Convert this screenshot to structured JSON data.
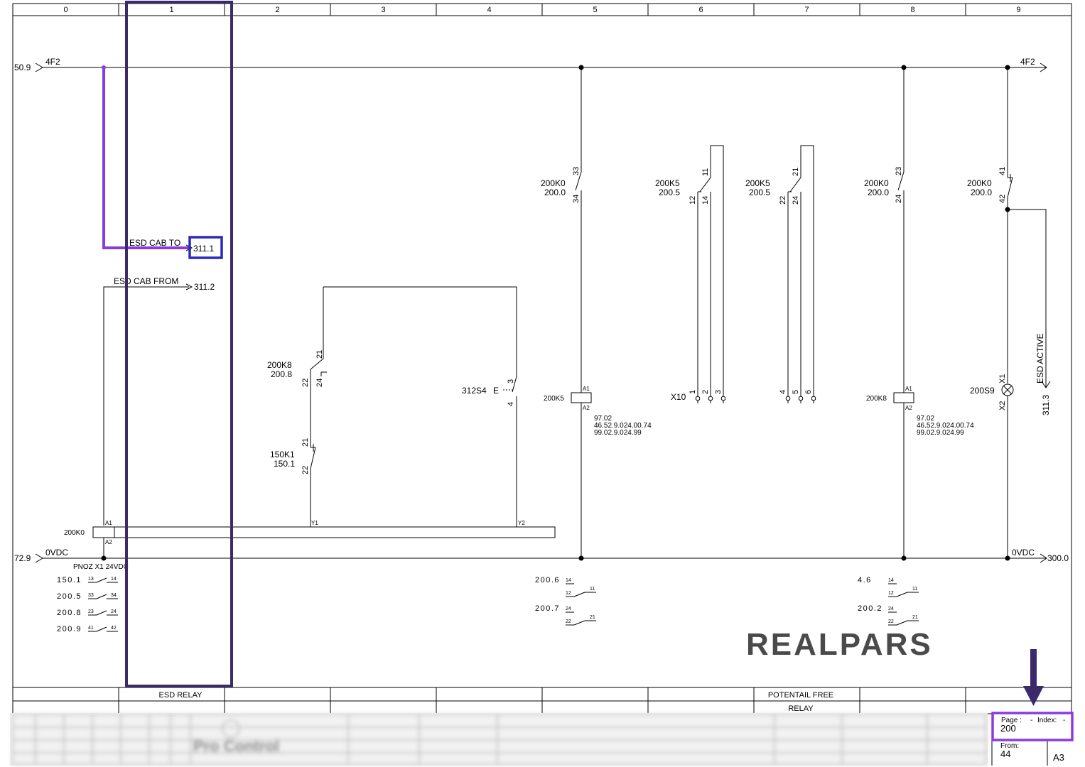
{
  "columns": [
    "0",
    "1",
    "2",
    "3",
    "4",
    "5",
    "6",
    "7",
    "8",
    "9"
  ],
  "rails": {
    "top": {
      "left_ref": "50.9",
      "label_left": "4F2",
      "label_right": "4F2"
    },
    "bottom": {
      "left_ref": "72.9",
      "label_left": "0VDC",
      "label_right": "0VDC",
      "right_ref": "300.0"
    }
  },
  "esd": {
    "cab_to": "ESD CAB TO",
    "cab_to_ref": "311.1",
    "cab_from": "ESD CAB FROM",
    "cab_from_ref": "311.2",
    "active": "ESD ACTIVE",
    "active_ref": "311.3"
  },
  "pnoz": {
    "name": "200K0",
    "a1": "A1",
    "a2": "A2",
    "y1": "Y1",
    "y2": "Y2",
    "supply": "PNOZ X1 24VDC",
    "xrefs": [
      {
        "ref": "150.1",
        "t1": "13",
        "t2": "14"
      },
      {
        "ref": "200.5",
        "t1": "33",
        "t2": "34"
      },
      {
        "ref": "200.8",
        "t1": "23",
        "t2": "24"
      },
      {
        "ref": "200.9",
        "t1": "41",
        "t2": "42"
      }
    ]
  },
  "contacts": {
    "k8_contact": {
      "tag": "200K8",
      "ref": "200.8",
      "t1": "21",
      "t2": "22",
      "t3": "24"
    },
    "k1_contact": {
      "tag": "150K1",
      "ref": "150.1",
      "t1": "21",
      "t2": "22"
    },
    "s4": {
      "tag": "312S4",
      "t1": "3",
      "t2": "4"
    },
    "k0_col5": {
      "tag": "200K0",
      "ref": "200.0",
      "t1": "33",
      "t2": "34"
    },
    "k5_col6": {
      "tag": "200K5",
      "ref": "200.5",
      "t1": "11",
      "t2": "12",
      "t3": "14"
    },
    "k5_col7": {
      "tag": "200K5",
      "ref": "200.5",
      "t1": "21",
      "t2": "22",
      "t3": "24"
    },
    "k0_col8": {
      "tag": "200K0",
      "ref": "200.0",
      "t1": "23",
      "t2": "24"
    },
    "k0_col9": {
      "tag": "200K0",
      "ref": "200.0",
      "t1": "41",
      "t2": "42"
    }
  },
  "coils": {
    "k5": {
      "tag": "200K5",
      "a1": "A1",
      "a2": "A2",
      "parts": [
        "97.02",
        "46.52.9.024.00.74",
        "99.02.9.024.99"
      ]
    },
    "k8": {
      "tag": "200K8",
      "a1": "A1",
      "a2": "A2",
      "parts": [
        "97.02",
        "46.52.9.024.00.74",
        "99.02.9.024.99"
      ]
    }
  },
  "terminals": {
    "x10": {
      "tag": "X10",
      "pins": [
        "1",
        "2",
        "3"
      ]
    },
    "x10b": {
      "pins": [
        "4",
        "5",
        "6"
      ]
    }
  },
  "lamp": {
    "tag": "200S9",
    "x1": "X1",
    "x2": "X2"
  },
  "k5_xrefs": [
    {
      "ref": "200.6",
      "t1": "14",
      "t2": "12",
      "t3": "11"
    },
    {
      "ref": "200.7",
      "t1": "24",
      "t2": "22",
      "t3": "21"
    }
  ],
  "k8_xrefs": [
    {
      "ref": "4.6",
      "t1": "14",
      "t2": "12",
      "t3": "11"
    },
    {
      "ref": "200.2",
      "t1": "24",
      "t2": "22",
      "t3": "21"
    }
  ],
  "bottom_cols": {
    "c1": "ESD RELAY",
    "c7a": "POTENTAIL FREE",
    "c7b": "RELAY"
  },
  "title_block": {
    "company": "Pro Control",
    "page_label": "Page :",
    "page_value": "200",
    "index_label": "Index:",
    "index_value": "-",
    "index_dash": "-",
    "from_label": "From:",
    "from_value": "44",
    "format": "A3"
  },
  "logo": "REALPARS",
  "colors": {
    "highlight_purple": "#8a3be0",
    "dark_box": "#3a2a6a",
    "blue_box": "#2a2ab8",
    "arrow": "#3a2a6a",
    "logo": "#4a4a4a"
  }
}
